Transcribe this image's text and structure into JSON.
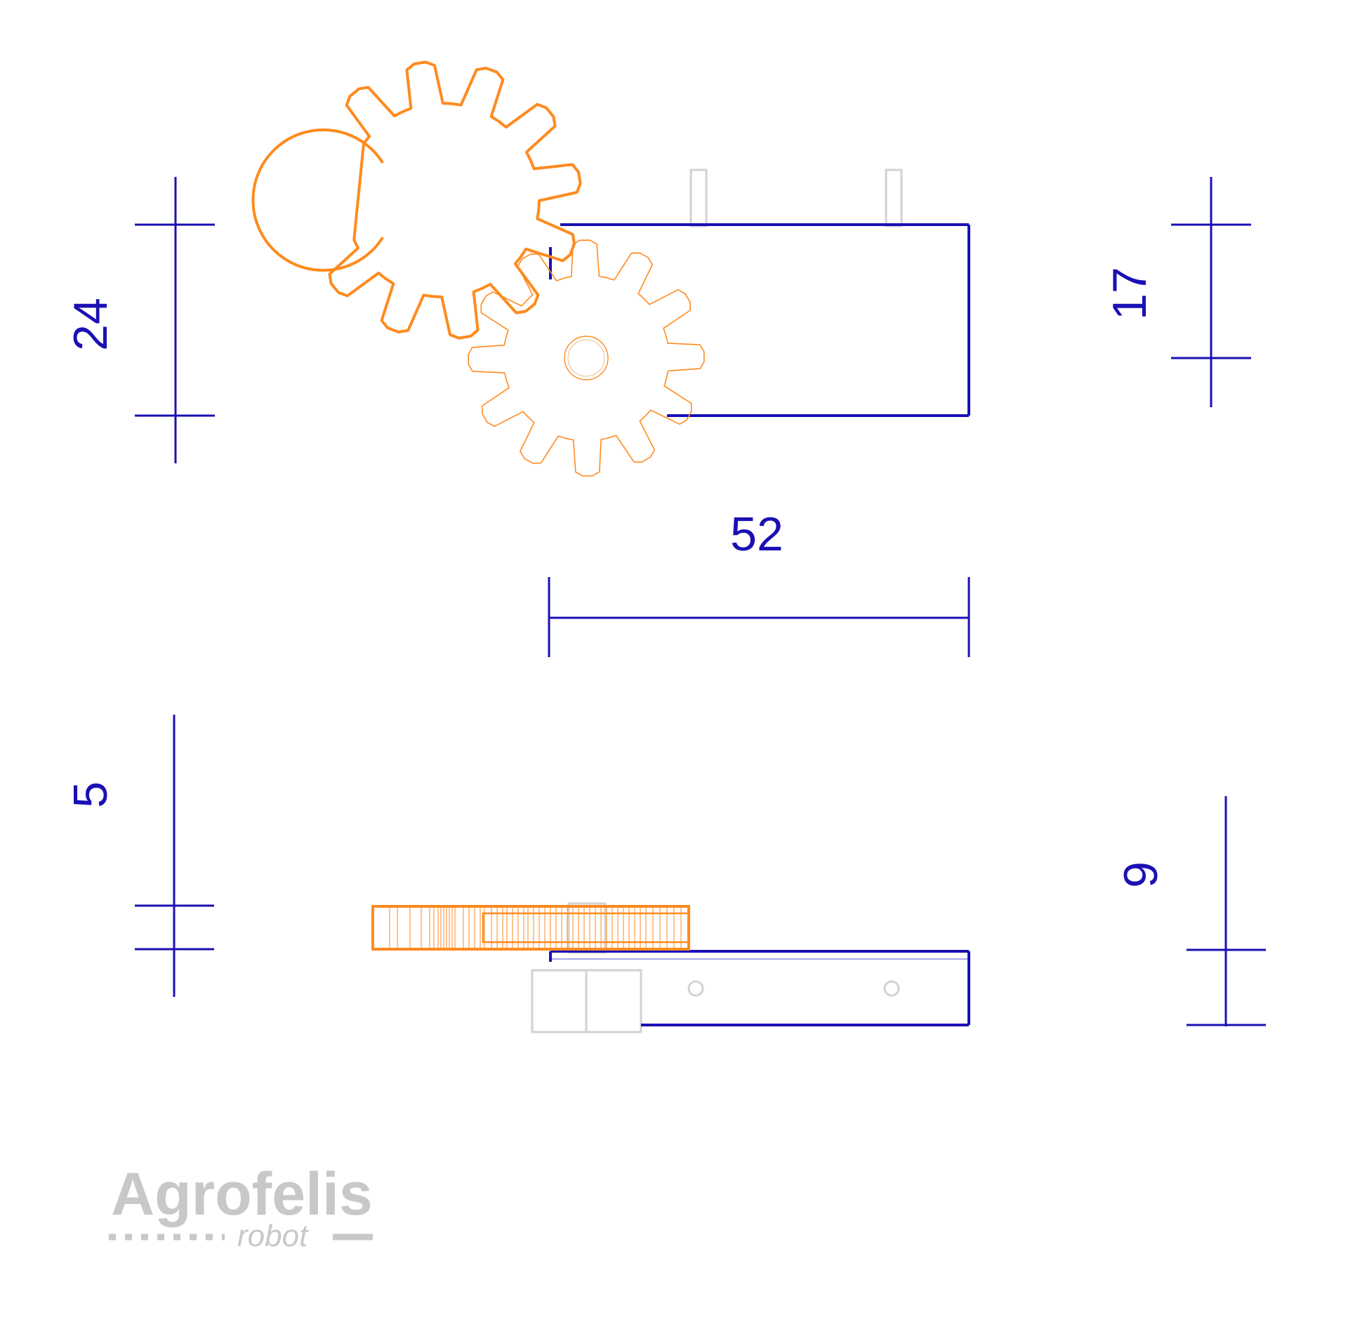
{
  "colors": {
    "dimension": "#1a10b4",
    "gear": "#ff8a1e",
    "ghost": "#d2d2d2",
    "logo": "#c8c8c8",
    "background": "#ffffff"
  },
  "top_view": {
    "height_left": "24",
    "height_right": "17",
    "width": "52"
  },
  "side_view": {
    "height_left": "5",
    "height_right": "9"
  },
  "logo": {
    "name": "Agrofelis",
    "tagline": "robot"
  },
  "gears": {
    "large_teeth": 12,
    "small_teeth": 12
  }
}
